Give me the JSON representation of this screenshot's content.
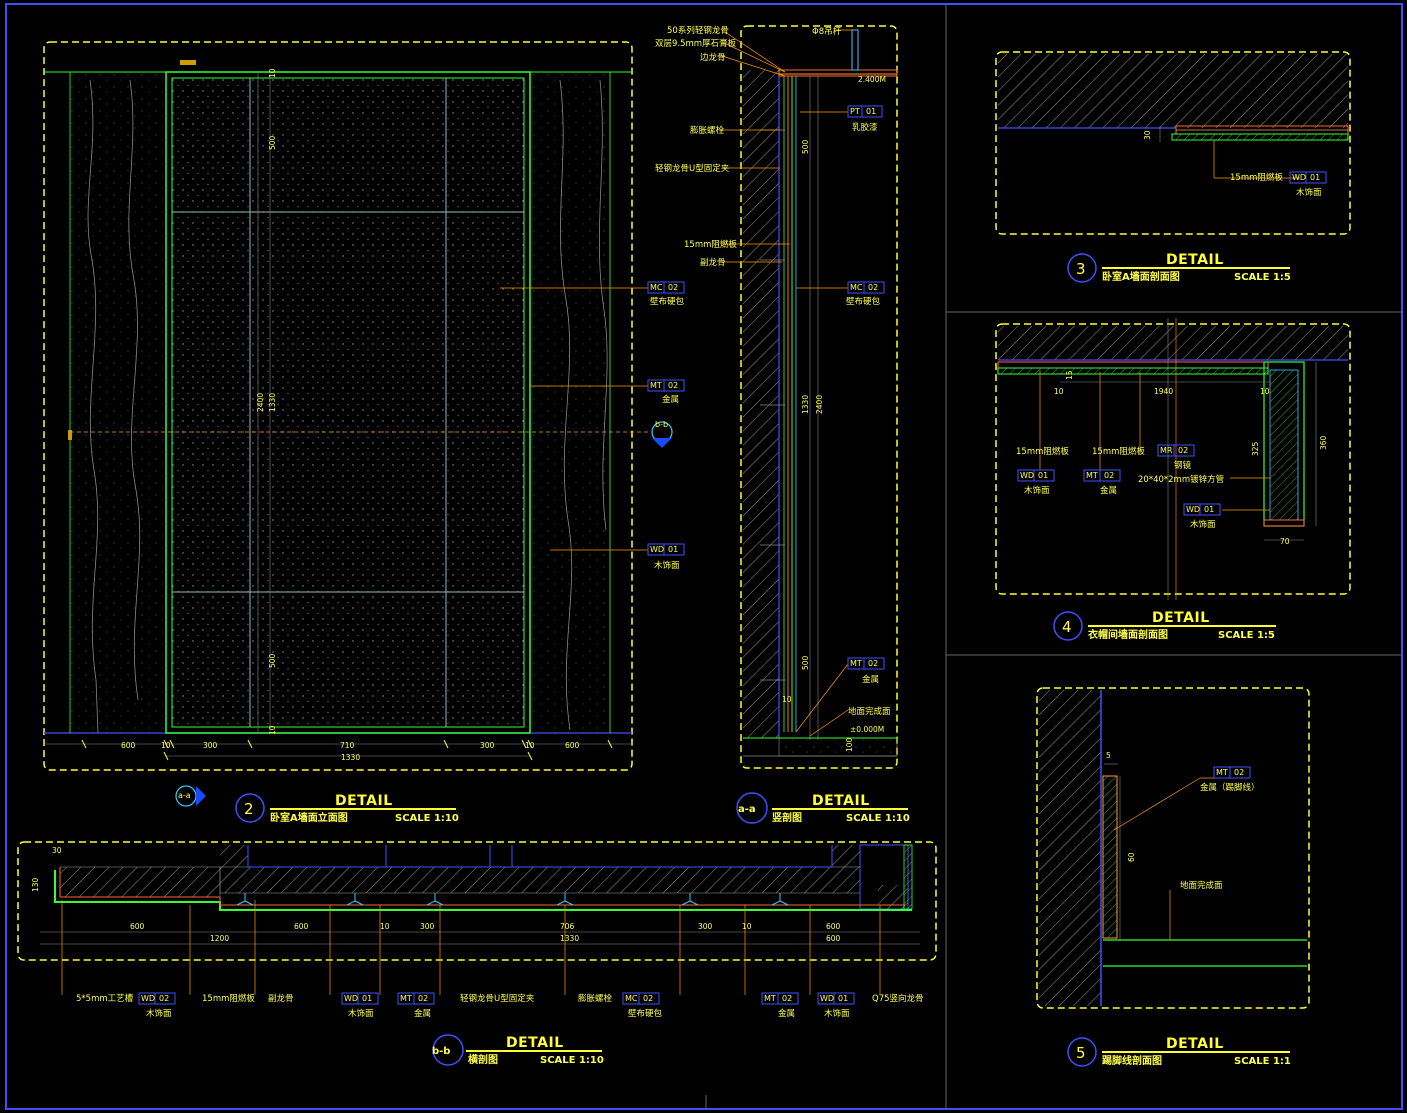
{
  "details": [
    {
      "id": "2",
      "title": "DETAIL",
      "subtitle": "卧室A墙面立面图",
      "scale": "SCALE 1:10"
    },
    {
      "id": "a-a",
      "title": "DETAIL",
      "subtitle": "竖剖图",
      "scale": "SCALE 1:10"
    },
    {
      "id": "b-b",
      "title": "DETAIL",
      "subtitle": "横剖图",
      "scale": "SCALE 1:10"
    },
    {
      "id": "3",
      "title": "DETAIL",
      "subtitle": "卧室A墙面剖面图",
      "scale": "SCALE 1:5"
    },
    {
      "id": "4",
      "title": "DETAIL",
      "subtitle": "衣帽间墙面剖面图",
      "scale": "SCALE 1:5"
    },
    {
      "id": "5",
      "title": "DETAIL",
      "subtitle": "踢脚线剖面图",
      "scale": "SCALE 1:1"
    }
  ],
  "elevation": {
    "bottom_dims": [
      "600",
      "10",
      "300",
      "710",
      "300",
      "10",
      "600"
    ],
    "total_dim": "1330",
    "vert_dims": [
      "10",
      "500",
      "2400",
      "1330",
      "500",
      "10"
    ],
    "section_marks": [
      "b-b",
      "a-a"
    ],
    "callouts": [
      {
        "code": "MC",
        "num": "02",
        "text": "壁布硬包"
      },
      {
        "code": "MT",
        "num": "02",
        "text": "金属"
      },
      {
        "code": "WD",
        "num": "01",
        "text": "木饰面"
      }
    ]
  },
  "section_aa": {
    "left_labels": [
      "50系列轻钢龙骨",
      "双层9.5mm厚石膏板",
      "边龙骨",
      "膨胀螺栓",
      "轻钢龙骨U型固定夹",
      "15mm阻燃板",
      "副龙骨"
    ],
    "top_label": "Φ8吊杆",
    "level_top": "2.400M",
    "level_bottom": "±0.000M",
    "floor_label": "地面完成面",
    "dims": [
      "500",
      "1330",
      "2400",
      "500",
      "10",
      "100"
    ],
    "callouts": [
      {
        "code": "PT",
        "num": "01",
        "text": "乳胶漆"
      },
      {
        "code": "MC",
        "num": "02",
        "text": "壁布硬包"
      },
      {
        "code": "MT",
        "num": "02",
        "text": "金属"
      }
    ]
  },
  "section_bb": {
    "dims_top": [
      "30",
      "130"
    ],
    "dims_row1": [
      "600",
      "600",
      "10",
      "300",
      "706",
      "300",
      "10",
      "600"
    ],
    "dims_row2": [
      "1200",
      "1330",
      "600"
    ],
    "labels": [
      {
        "text": "5*5mm工艺槽",
        "code": "WD",
        "num": "02",
        "sub": "木饰面"
      },
      {
        "text": "15mm阻燃板"
      },
      {
        "text": "副龙骨"
      },
      {
        "code": "WD",
        "num": "01",
        "sub": "木饰面"
      },
      {
        "code": "MT",
        "num": "02",
        "sub": "金属"
      },
      {
        "text": "轻钢龙骨U型固定夹"
      },
      {
        "text": "膨胀螺栓",
        "code": "MC",
        "num": "02",
        "sub": "壁布硬包"
      },
      {
        "code": "MT",
        "num": "02",
        "sub": "金属"
      },
      {
        "code": "WD",
        "num": "01",
        "sub": "木饰面"
      },
      {
        "text": "Q75竖向龙骨"
      }
    ]
  },
  "detail3": {
    "dim": "30",
    "label": "15mm阻燃板",
    "code": "WD",
    "num": "01",
    "sub": "木饰面"
  },
  "detail4": {
    "dims": [
      "10",
      "1940",
      "10",
      "325",
      "360",
      "70",
      "15"
    ],
    "labels": [
      "15mm阻燃板",
      "15mm阻燃板",
      "钢镜",
      "20*40*2mm镀锌方管"
    ],
    "callouts": [
      {
        "code": "MR",
        "num": "02"
      },
      {
        "code": "WD",
        "num": "01",
        "text": "木饰面"
      },
      {
        "code": "MT",
        "num": "02",
        "text": "金属"
      },
      {
        "code": "WD",
        "num": "01",
        "text": "木饰面"
      }
    ]
  },
  "detail5": {
    "dims": [
      "5",
      "60"
    ],
    "code": "MT",
    "num": "02",
    "text": "金属（踢脚线）",
    "floor": "地面完成面"
  },
  "colors": {
    "bg": "#000000",
    "frame": "#3f4fff",
    "yellow": "#ffff33",
    "green": "#33ff33",
    "cyan": "#33ffff",
    "hatch": "#bfbfbf"
  }
}
